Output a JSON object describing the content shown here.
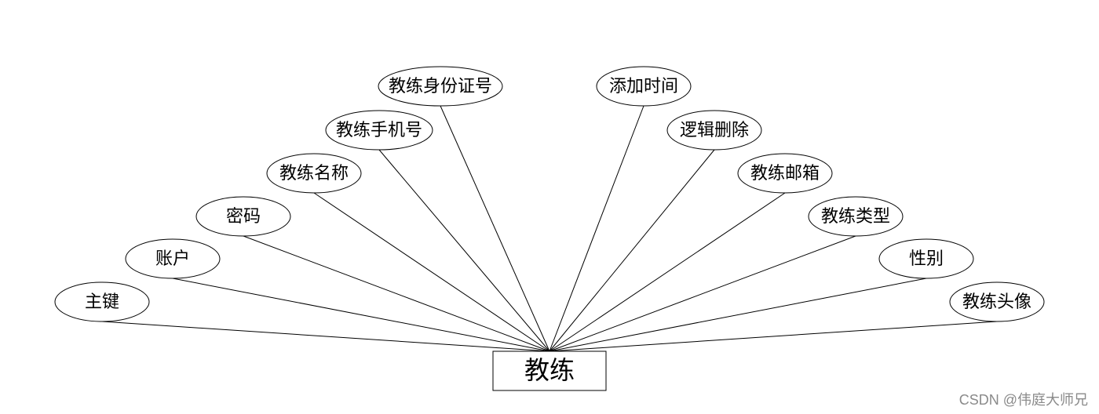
{
  "entity": {
    "label": "教练"
  },
  "attributes": [
    {
      "label": "主键"
    },
    {
      "label": "账户"
    },
    {
      "label": "密码"
    },
    {
      "label": "教练名称"
    },
    {
      "label": "教练手机号"
    },
    {
      "label": "教练身份证号"
    },
    {
      "label": "添加时间"
    },
    {
      "label": "逻辑删除"
    },
    {
      "label": "教练邮箱"
    },
    {
      "label": "教练类型"
    },
    {
      "label": "性别"
    },
    {
      "label": "教练头像"
    }
  ],
  "watermark": "CSDN @伟庭大师兄"
}
